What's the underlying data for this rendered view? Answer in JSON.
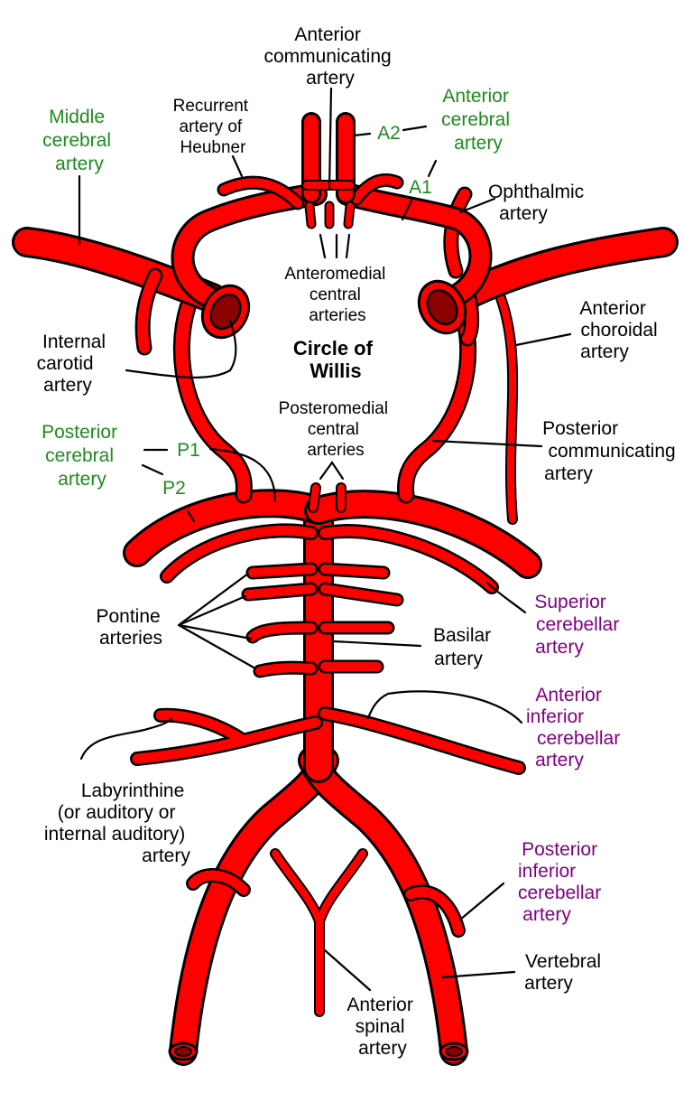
{
  "title": {
    "line1": "Circle of",
    "line2": "Willis"
  },
  "colors": {
    "artery": "#ff0000",
    "outline": "#000000",
    "lumen": "#8b0000",
    "cerebral": "#1f8a1f",
    "cerebellar": "#800080"
  },
  "labels": {
    "anterior_communicating": [
      "Anterior",
      "communicating",
      "artery"
    ],
    "anterior_cerebral": [
      "Anterior",
      "cerebral",
      "artery"
    ],
    "a2": "A2",
    "a1": "A1",
    "recurrent_heubner": [
      "Recurrent",
      "artery of",
      "Heubner"
    ],
    "middle_cerebral": [
      "Middle",
      "cerebral",
      "artery"
    ],
    "ophthalmic": [
      "Ophthalmic",
      "artery"
    ],
    "anteromedial_central": [
      "Anteromedial",
      "central",
      "arteries"
    ],
    "internal_carotid": [
      "Internal",
      "carotid",
      "artery"
    ],
    "anterior_choroidal": [
      "Anterior",
      "choroidal",
      "artery"
    ],
    "posteromedial_central": [
      "Posteromedial",
      "central",
      "arteries"
    ],
    "posterior_cerebral": [
      "Posterior",
      "cerebral",
      "artery"
    ],
    "p1": "P1",
    "p2": "P2",
    "posterior_communicating": [
      "Posterior",
      "communicating",
      "artery"
    ],
    "pontine": [
      "Pontine",
      "arteries"
    ],
    "superior_cerebellar": [
      "Superior",
      "cerebellar",
      "artery"
    ],
    "basilar": [
      "Basilar",
      "artery"
    ],
    "anterior_inferior_cerebellar": [
      "Anterior",
      "inferior",
      "cerebellar",
      "artery"
    ],
    "labyrinthine": [
      "Labyrinthine",
      "(or auditory or",
      "internal auditory)",
      "artery"
    ],
    "posterior_inferior_cerebellar": [
      "Posterior",
      "inferior",
      "cerebellar",
      "artery"
    ],
    "vertebral": [
      "Vertebral",
      "artery"
    ],
    "anterior_spinal": [
      "Anterior",
      "spinal",
      "artery"
    ]
  }
}
